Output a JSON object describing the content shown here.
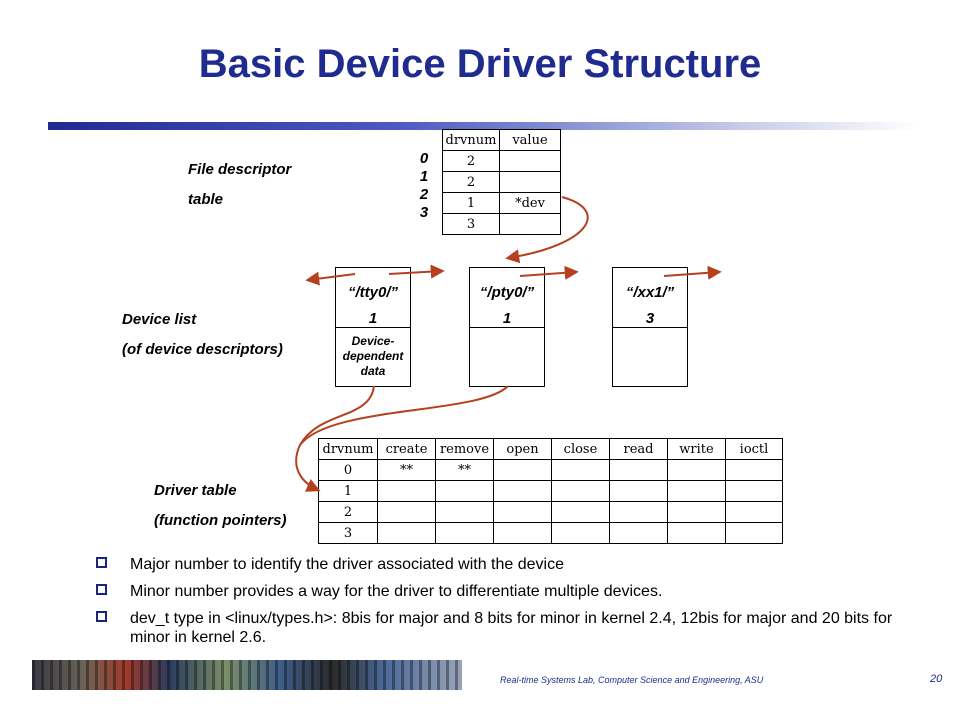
{
  "title": "Basic Device Driver Structure",
  "labels": {
    "fd_line1": "File descriptor",
    "fd_line2": "table",
    "dev_line1": "Device list",
    "dev_line2": "(of device descriptors)",
    "drv_line1": "Driver table",
    "drv_line2": "(function pointers)"
  },
  "fd_table": {
    "headers": [
      "drvnum",
      "value"
    ],
    "indices": [
      "0",
      "1",
      "2",
      "3"
    ],
    "rows": [
      [
        "2",
        ""
      ],
      [
        "2",
        ""
      ],
      [
        "1",
        "*dev"
      ],
      [
        "3",
        ""
      ]
    ]
  },
  "devices": [
    {
      "name": "“/tty0/”",
      "num": "1",
      "data": [
        "Device-",
        "dependent",
        "data"
      ]
    },
    {
      "name": "“/pty0/”",
      "num": "1",
      "data": []
    },
    {
      "name": "“/xx1/”",
      "num": "3",
      "data": []
    }
  ],
  "drv_table": {
    "headers": [
      "drvnum",
      "create",
      "remove",
      "open",
      "close",
      "read",
      "write",
      "ioctl"
    ],
    "rows": [
      [
        "0",
        "**",
        "**",
        "",
        "",
        "",
        "",
        ""
      ],
      [
        "1",
        "",
        "",
        "",
        "",
        "",
        "",
        ""
      ],
      [
        "2",
        "",
        "",
        "",
        "",
        "",
        "",
        ""
      ],
      [
        "3",
        "",
        "",
        "",
        "",
        "",
        "",
        ""
      ]
    ]
  },
  "bullets": [
    "Major number to identify the driver associated with the device",
    "Minor number provides a way for the driver to differentiate multiple devices.",
    "dev_t type in <linux/types.h>: 8bis for major and 8 bits for minor in kernel 2.4, 12bis for major and 20 bits for minor in kernel 2.6."
  ],
  "footer": "Real-time Systems Lab, Computer Science and Engineering, ASU",
  "page_number": "20",
  "colors": {
    "title": "#1f2b8f",
    "arrow": "#b5401e",
    "bullet": "#1a237e"
  }
}
